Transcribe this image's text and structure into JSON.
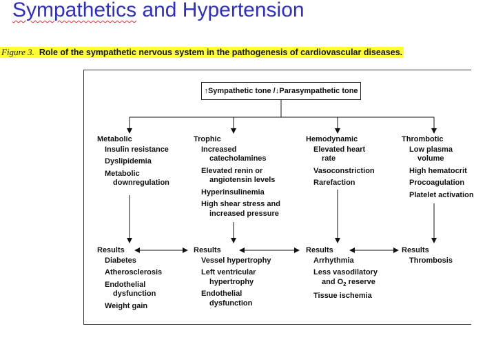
{
  "slide_title": {
    "part1": "Sympathetics",
    "part2": " and Hypertension"
  },
  "caption": {
    "figure_label": "Figure 3.",
    "text": "Role of the sympathetic nervous system in the pathogenesis of cardiovascular diseases."
  },
  "top_box": {
    "up_arrow": "↑",
    "sympathetic": " Sympathetic tone / ",
    "down_arrow": "↓",
    "parasympathetic": " Parasympathetic tone"
  },
  "columns": [
    {
      "header": "Metabolic",
      "items": [
        {
          "l1": "Insulin resistance",
          "l2": ""
        },
        {
          "l1": "Dyslipidemia",
          "l2": ""
        },
        {
          "l1": "Metabolic",
          "l2": "downregulation"
        }
      ],
      "results_label": "Results",
      "results": [
        {
          "l1": "Diabetes",
          "l2": ""
        },
        {
          "l1": "Atherosclerosis",
          "l2": ""
        },
        {
          "l1": "Endothelial",
          "l2": "dysfunction"
        },
        {
          "l1": "Weight gain",
          "l2": ""
        }
      ]
    },
    {
      "header": "Trophic",
      "items": [
        {
          "l1": "Increased",
          "l2": "catecholamines"
        },
        {
          "l1": "Elevated renin or",
          "l2": "angiotensin levels"
        },
        {
          "l1": "Hyperinsulinemia",
          "l2": ""
        },
        {
          "l1": "High shear stress and",
          "l2": "increased pressure"
        }
      ],
      "results_label": "Results",
      "results": [
        {
          "l1": "Vessel hypertrophy",
          "l2": ""
        },
        {
          "l1": "Left ventricular",
          "l2": "hypertrophy"
        },
        {
          "l1": "Endothelial",
          "l2": "dysfunction"
        }
      ]
    },
    {
      "header": "Hemodynamic",
      "items": [
        {
          "l1": "Elevated heart",
          "l2": "rate"
        },
        {
          "l1": "Vasoconstriction",
          "l2": ""
        },
        {
          "l1": "Rarefaction",
          "l2": ""
        }
      ],
      "results_label": "Results",
      "results": [
        {
          "l1": "Arrhythmia",
          "l2": ""
        },
        {
          "l1": "Less vasodilatory",
          "l2": "and O"
        },
        {
          "l1": "Tissue ischemia",
          "l2": ""
        }
      ],
      "o2_sub": "2",
      "o2_rest": " reserve"
    },
    {
      "header": "Thrombotic",
      "items": [
        {
          "l1": "Low plasma",
          "l2": "volume"
        },
        {
          "l1": "High hematocrit",
          "l2": ""
        },
        {
          "l1": "Procoagulation",
          "l2": ""
        },
        {
          "l1": "Platelet activation",
          "l2": ""
        }
      ],
      "results_label": "Results",
      "results": [
        {
          "l1": "Thrombosis",
          "l2": ""
        }
      ]
    }
  ]
}
